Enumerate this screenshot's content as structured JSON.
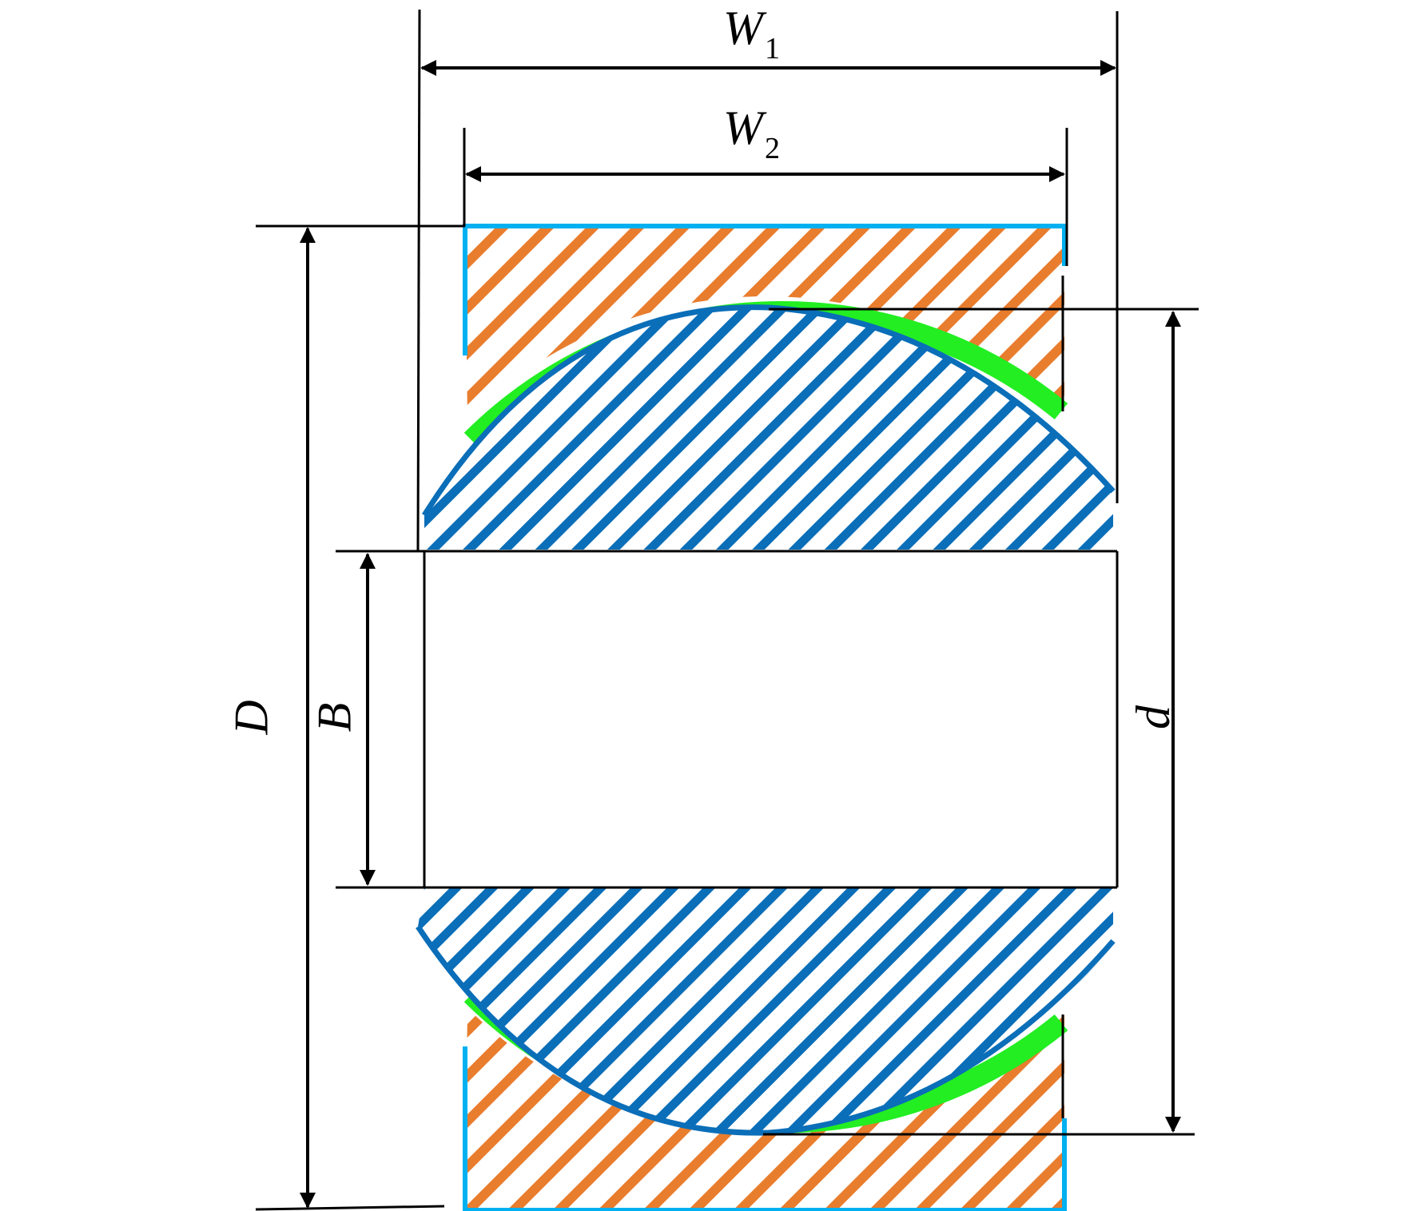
{
  "labels": {
    "W1": {
      "main": "W",
      "sub": "1"
    },
    "W2": {
      "main": "W",
      "sub": "2"
    },
    "D": "D",
    "B": "B",
    "d": "d"
  },
  "colors": {
    "outer_ring_hatch": "#e87d2e",
    "outer_ring_edge": "#00b0f0",
    "ball_hatch": "#0a6eb8",
    "ball_outline": "#0a6eb8",
    "liner": "#22ee22",
    "dimension_lines": "#000000"
  }
}
